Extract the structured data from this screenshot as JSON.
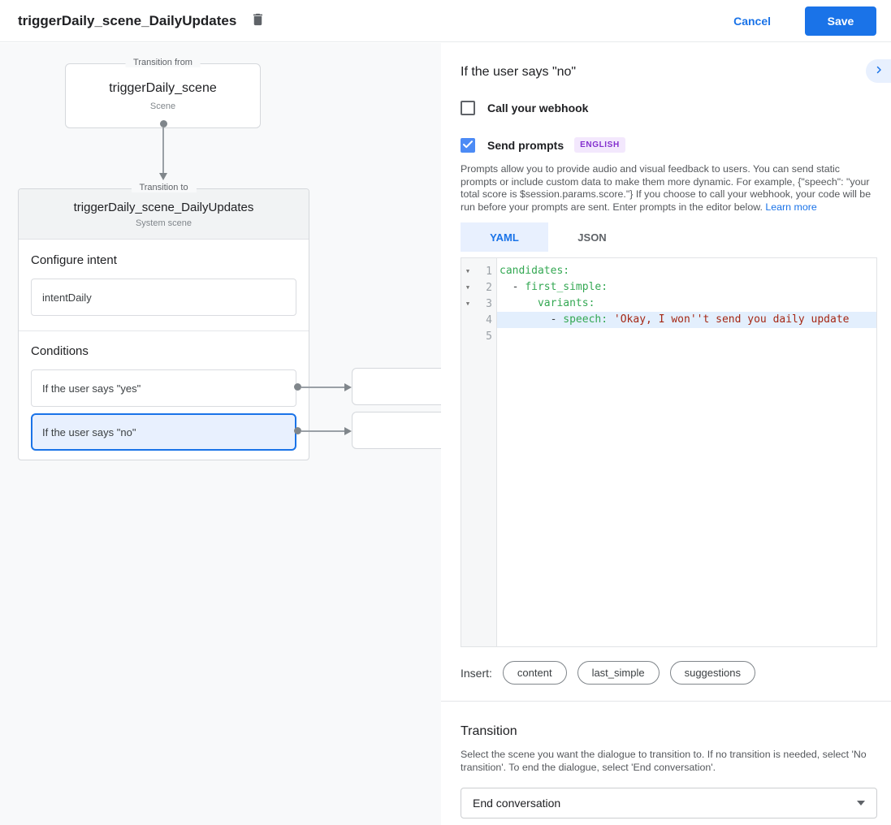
{
  "header": {
    "title": "triggerDaily_scene_DailyUpdates",
    "cancel_label": "Cancel",
    "save_label": "Save"
  },
  "colors": {
    "accent_blue": "#1a73e8",
    "selected_condition_bg": "#e8f0fe",
    "selected_condition_border": "#1a73e8",
    "checked_checkbox": "#4c8bf5",
    "badge_bg": "#f3e8fd",
    "badge_text": "#8430ce",
    "code_key": "#34a853",
    "code_string": "#a52714",
    "active_line_bg": "#e3effd"
  },
  "canvas": {
    "from_box": {
      "frame_label": "Transition from",
      "title": "triggerDaily_scene",
      "subtitle": "Scene"
    },
    "to_box": {
      "frame_label": "Transition to",
      "title": "triggerDaily_scene_DailyUpdates",
      "subtitle": "System scene",
      "configure_intent_label": "Configure intent",
      "intent_value": "intentDaily",
      "conditions_label": "Conditions",
      "conditions": [
        {
          "label": "If the user says \"yes\"",
          "selected": false
        },
        {
          "label": "If the user says \"no\"",
          "selected": true
        }
      ]
    }
  },
  "panel": {
    "title": "If the user says \"no\"",
    "webhook_checkbox": {
      "label": "Call your webhook",
      "checked": false
    },
    "prompts_checkbox": {
      "label": "Send prompts",
      "checked": true,
      "language_badge": "ENGLISH"
    },
    "description": "Prompts allow you to provide audio and visual feedback to users. You can send static prompts or include custom data to make them more dynamic. For example, {\"speech\": \"your total score is $session.params.score.\"} If you choose to call your webhook, your code will be run before your prompts are sent. Enter prompts in the editor below.",
    "learn_more_label": "Learn more",
    "tabs": [
      {
        "label": "YAML"
      },
      {
        "label": "JSON"
      }
    ],
    "active_tab": "YAML",
    "editor": {
      "line_numbers": [
        "1",
        "2",
        "3",
        "4",
        "5"
      ],
      "line1": {
        "key": "candidates:"
      },
      "line2": {
        "prefix": "  - ",
        "key": "first_simple:"
      },
      "line3": {
        "prefix": "      ",
        "key": "variants:"
      },
      "line4": {
        "prefix": "        - ",
        "key": "speech:",
        "string": " 'Okay, I won''t send you daily update"
      },
      "active_line": 4
    },
    "insert_label": "Insert:",
    "insert_chips": [
      "content",
      "last_simple",
      "suggestions"
    ],
    "transition": {
      "heading": "Transition",
      "description": "Select the scene you want the dialogue to transition to. If no transition is needed, select 'No transition'. To end the dialogue, select 'End conversation'.",
      "dropdown_value": "End conversation"
    }
  }
}
